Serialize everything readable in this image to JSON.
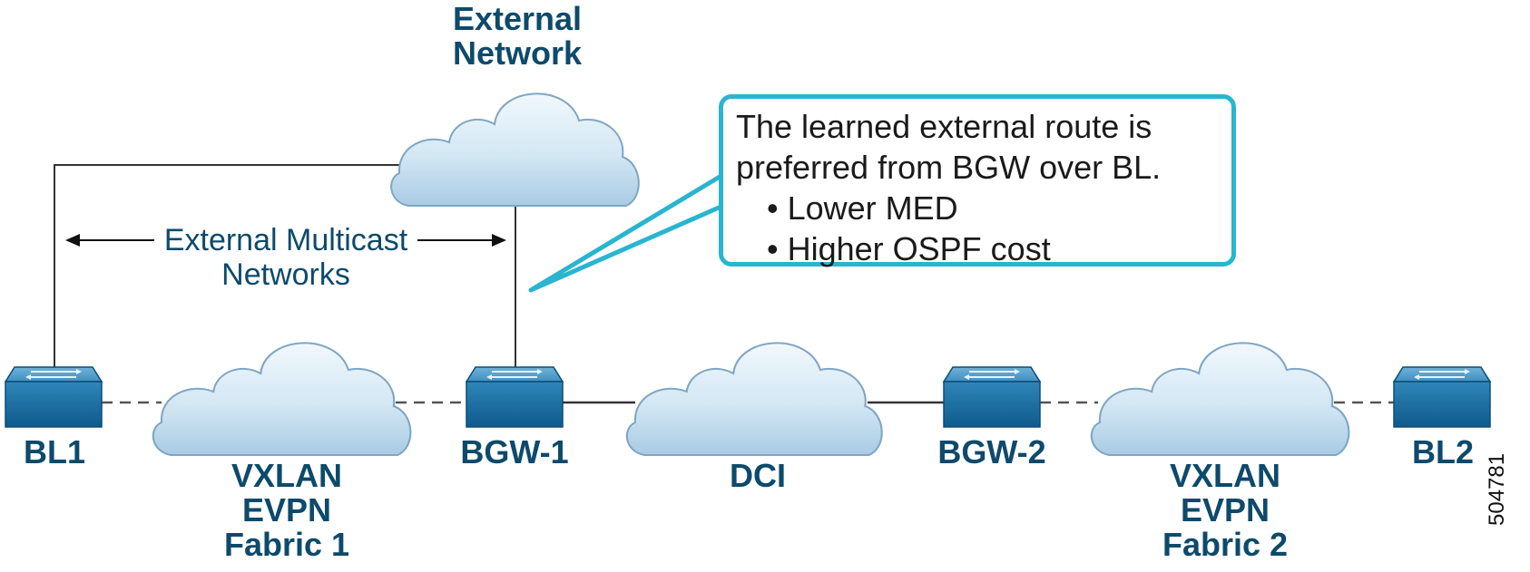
{
  "external_network": {
    "line1": "External",
    "line2": "Network"
  },
  "multicast_label": {
    "line1": "External Multicast",
    "line2": "Networks"
  },
  "callout": {
    "line1": "The learned external route is",
    "line2": "preferred from BGW over BL.",
    "bullet1": "• Lower MED",
    "bullet2": "• Higher OSPF cost"
  },
  "nodes": {
    "bl1": "BL1",
    "bgw1": "BGW-1",
    "bgw2": "BGW-2",
    "bl2": "BL2"
  },
  "clouds": {
    "fabric1": {
      "line1": "VXLAN",
      "line2": "EVPN",
      "line3": "Fabric 1"
    },
    "dci": "DCI",
    "fabric2": {
      "line1": "VXLAN",
      "line2": "EVPN",
      "line3": "Fabric 2"
    }
  },
  "figure_id": "504781",
  "colors": {
    "label": "#0d4a6b",
    "callout_border": "#29b5cf",
    "switch": "#1a6a9c"
  }
}
